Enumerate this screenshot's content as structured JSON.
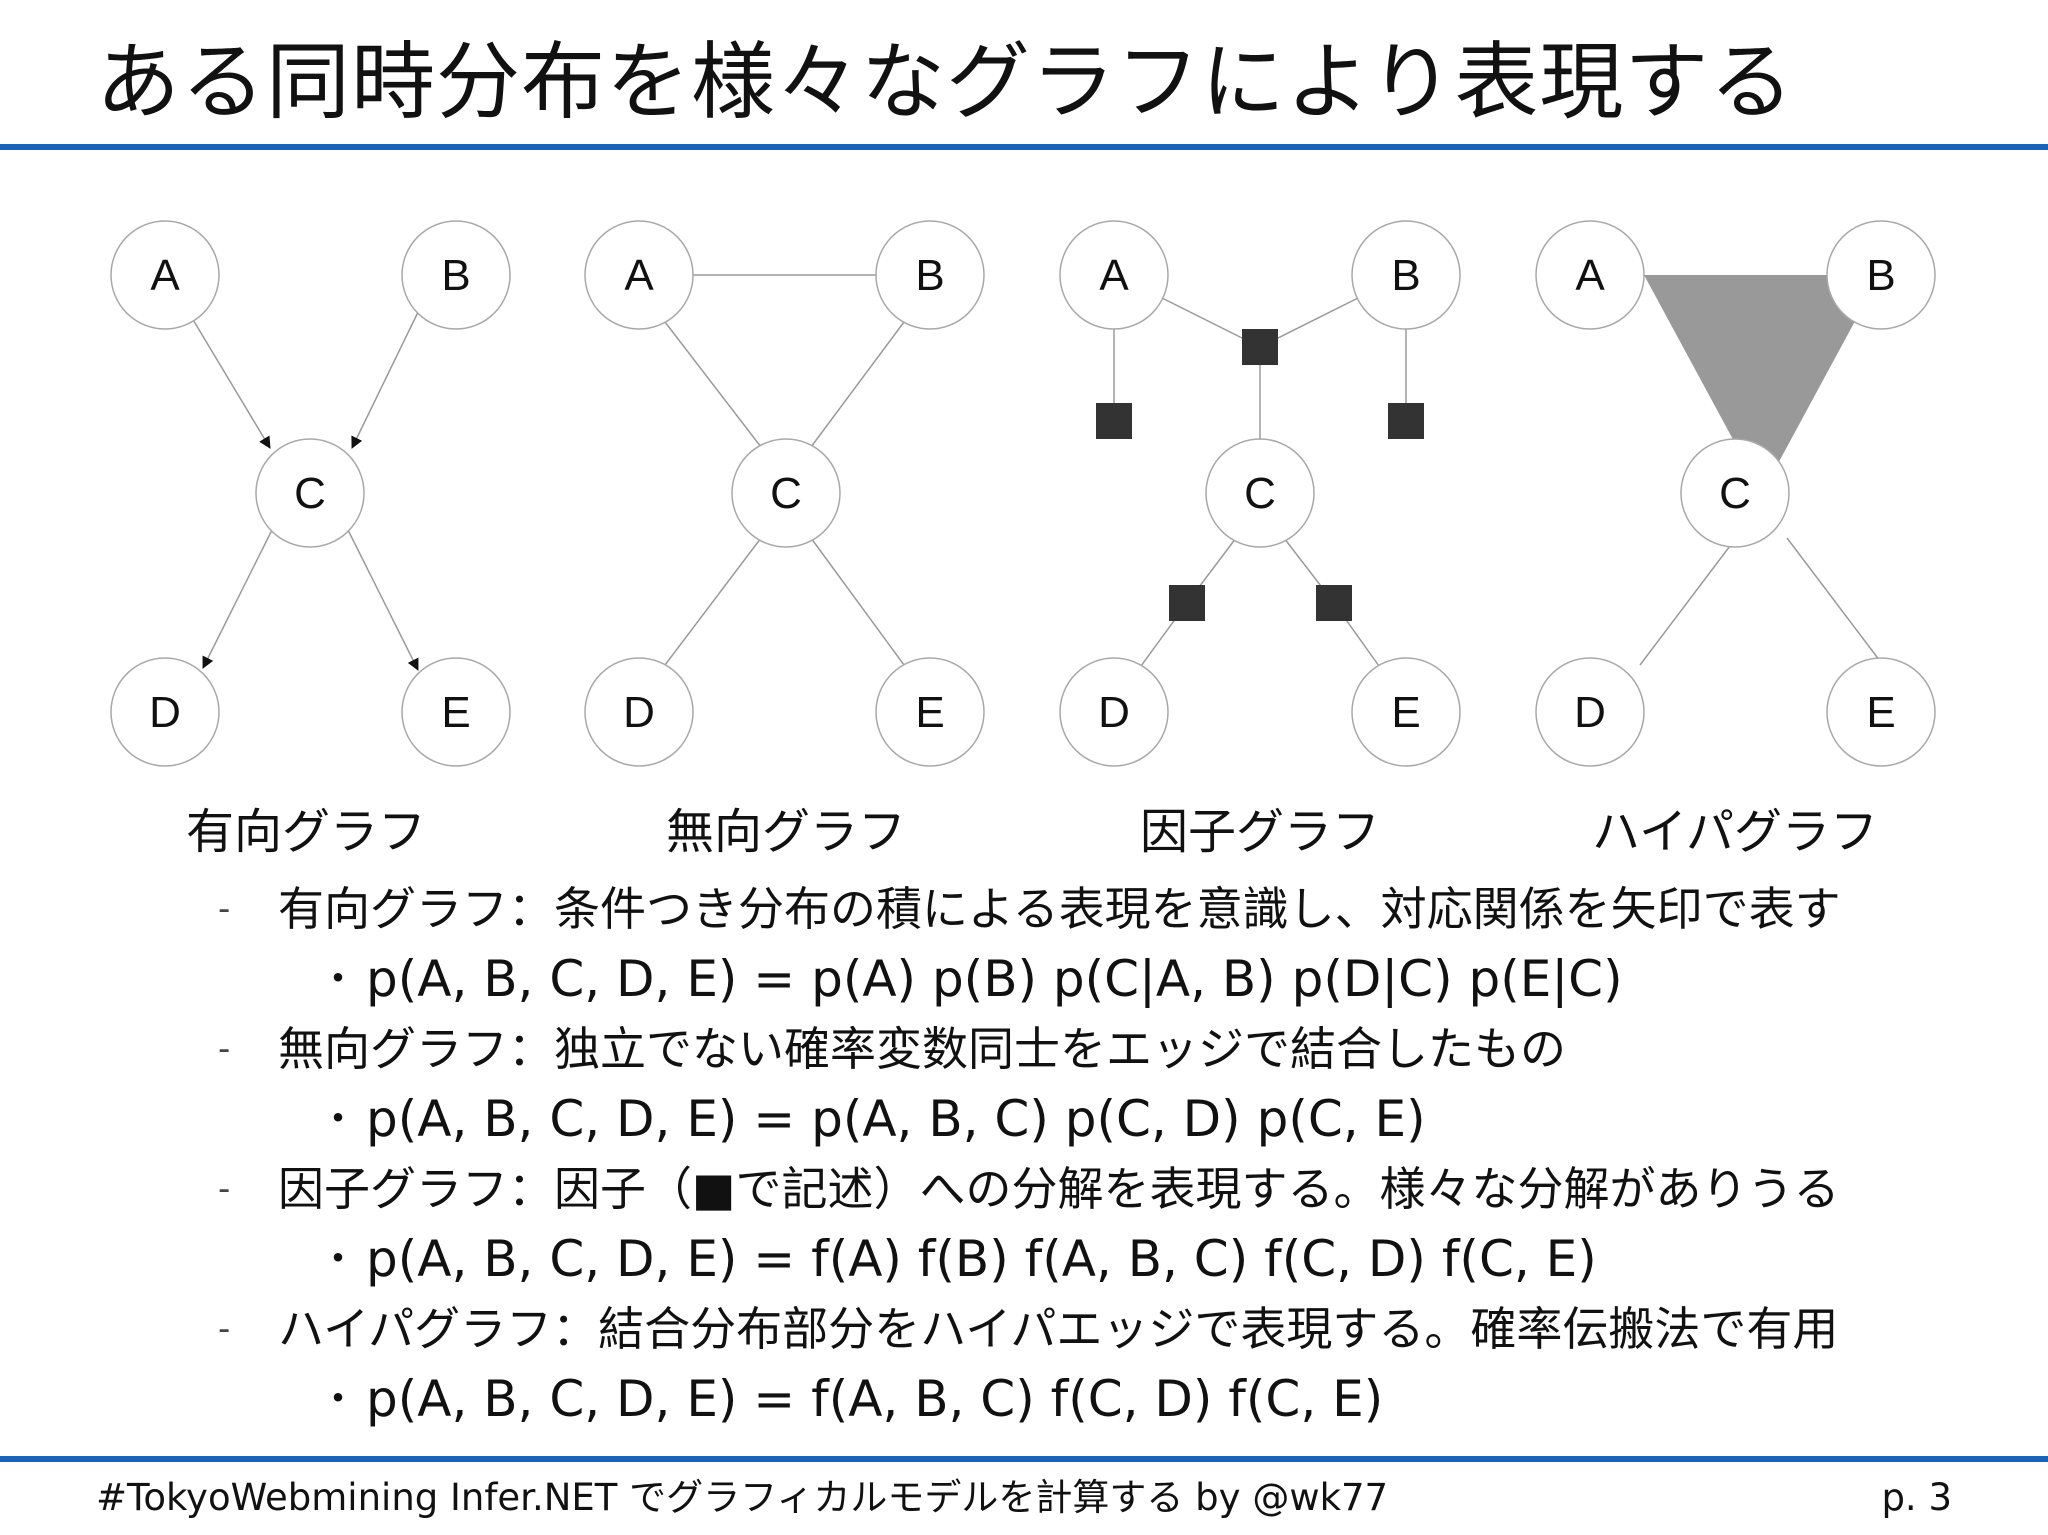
{
  "title": "ある同時分布を様々なグラフにより表現する",
  "colors": {
    "rule": "#1565c0",
    "node_stroke": "#a8a8a8",
    "edge": "#9a9a9a",
    "factor": "#333333",
    "hyperedge": "#999999"
  },
  "graphs": [
    {
      "label": "有向グラフ",
      "nodes": [
        "A",
        "B",
        "C",
        "D",
        "E"
      ]
    },
    {
      "label": "無向グラフ",
      "nodes": [
        "A",
        "B",
        "C",
        "D",
        "E"
      ]
    },
    {
      "label": "因子グラフ",
      "nodes": [
        "A",
        "B",
        "C",
        "D",
        "E"
      ]
    },
    {
      "label": "ハイパグラフ",
      "nodes": [
        "A",
        "B",
        "C",
        "D",
        "E"
      ]
    }
  ],
  "bullets": [
    {
      "text": "有向グラフ：条件つき分布の積による表現を意識し、対応関係を矢印で表す",
      "formula": "p(A, B, C, D, E) = p(A) p(B) p(C|A, B) p(D|C) p(E|C)"
    },
    {
      "text": "無向グラフ：独立でない確率変数同士をエッジで結合したもの",
      "formula": "p(A, B, C, D, E) = p(A, B, C) p(C, D) p(C, E)"
    },
    {
      "text": "因子グラフ：因子（■で記述）への分解を表現する。様々な分解がありうる",
      "formula": "p(A, B, C, D, E) = f(A) f(B) f(A, B, C) f(C, D) f(C, E)"
    },
    {
      "text": "ハイパグラフ：結合分布部分をハイパエッジで表現する。確率伝搬法で有用",
      "formula": "p(A, B, C, D, E) = f(A, B, C) f(C, D) f(C, E)"
    }
  ],
  "markers": {
    "dash": "-",
    "dot": "・"
  },
  "footer": {
    "left": "#TokyoWebmining  Infer.NET でグラフィカルモデルを計算する  by @wk77",
    "page": "p. 3"
  }
}
